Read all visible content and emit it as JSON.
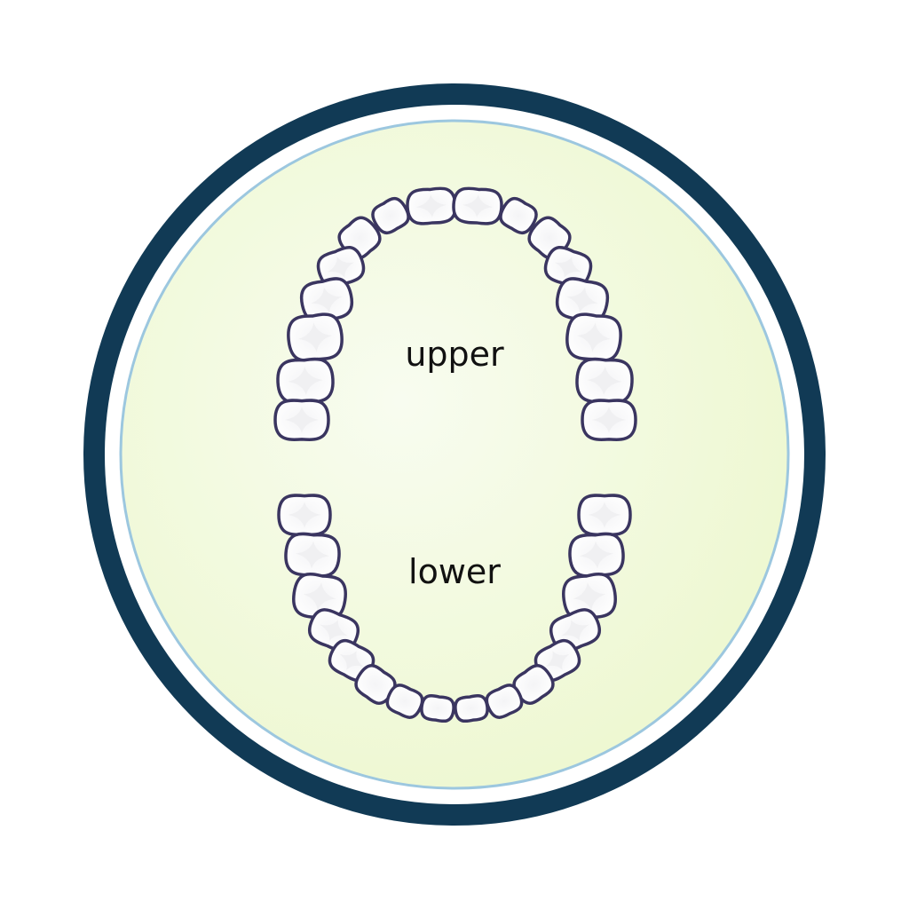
{
  "labels": {
    "upper": "upper",
    "lower": "lower"
  },
  "colors": {
    "outer_ring": "#113a55",
    "inner_ring": "#9cc7df",
    "background_inner": "#f6fbec",
    "background_outer": "#eef8d2",
    "tooth_outline": "#3a3560",
    "tooth_fill": "#ffffff",
    "tooth_shade": "#f0f0f2",
    "label_text": "#111111"
  },
  "arches": {
    "upper_tooth_count": 16,
    "lower_tooth_count": 16
  }
}
